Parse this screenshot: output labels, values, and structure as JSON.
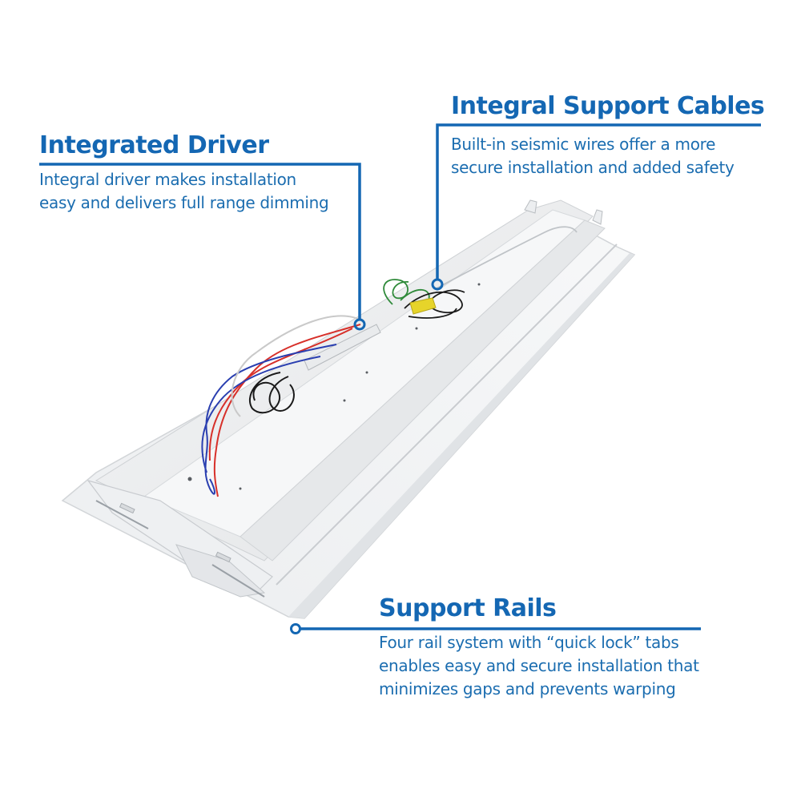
{
  "callouts": {
    "driver": {
      "title": "Integrated Driver",
      "lines": [
        "Integral driver makes installation",
        "easy and delivers full range dimming"
      ]
    },
    "cables": {
      "title": "Integral Support Cables",
      "lines": [
        "Built-in seismic wires offer a more",
        "secure installation and added safety"
      ]
    },
    "rails": {
      "title": "Support Rails",
      "lines": [
        "Four rail system with “quick lock” tabs",
        "enables easy and secure installation that",
        "minimizes gaps and prevents warping"
      ]
    }
  },
  "colors": {
    "accent": "#1467b3",
    "wire_red": "#d7302a",
    "wire_blue": "#2a3fb0",
    "wire_green": "#2f8a3a",
    "wire_black": "#1a1a1a",
    "connector_yellow": "#e6d42a"
  }
}
